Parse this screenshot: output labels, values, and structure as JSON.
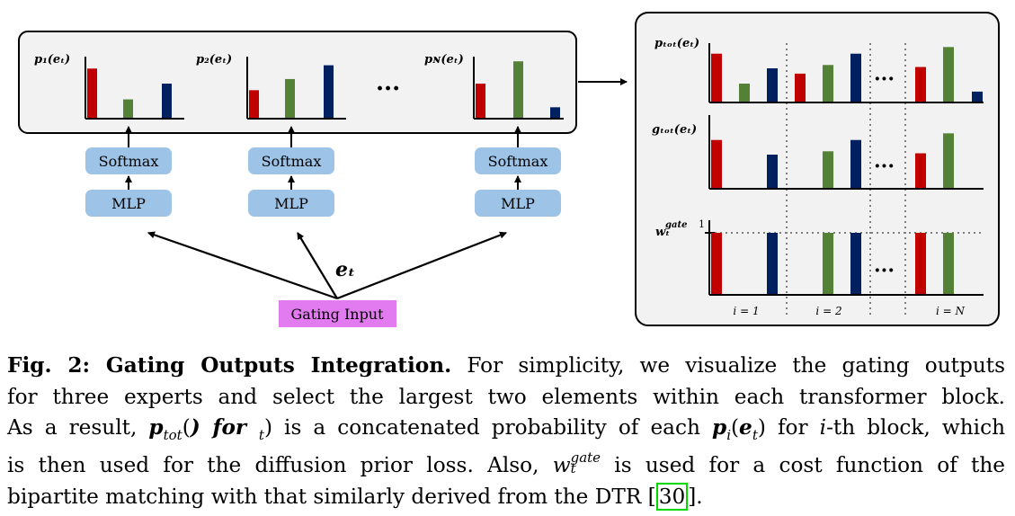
{
  "figure": {
    "left_panel": {
      "expert_labels": [
        "p₁(eₜ)",
        "p₂(eₜ)",
        "pɴ(eₜ)"
      ],
      "ellipsis": "···",
      "softmax_label": "Softmax",
      "mlp_label": "MLP",
      "embedding_label": "eₜ",
      "gating_input_label": "Gating Input"
    },
    "right_panel": {
      "row_labels": [
        "pₜₒₜ(eₜ)",
        "gₜₒₜ(eₜ)",
        "wₜ"
      ],
      "w_superscript": "gate",
      "one_label": "1",
      "ellipsis": "···",
      "block_labels": [
        "i = 1",
        "i = 2",
        "i = N"
      ]
    },
    "colors": {
      "red": "#c00000",
      "green": "#538135",
      "navy": "#002060",
      "box_blue": "#9dc3e6",
      "gating_magenta": "#e27bf0",
      "panel_bg": "#f2f2f2"
    },
    "expert_values": [
      [
        0.75,
        0.28,
        0.52
      ],
      [
        0.42,
        0.59,
        0.8
      ],
      [
        0.52,
        0.86,
        0.16
      ]
    ],
    "ptot_values": [
      0.72,
      0.27,
      0.5,
      0.42,
      0.55,
      0.72,
      0.52,
      0.82,
      0.15
    ],
    "gtot_values": [
      0.72,
      0.5,
      0.55,
      0.72,
      0.52,
      0.82
    ],
    "wgate_values": [
      1,
      1,
      1,
      1,
      1,
      1
    ]
  },
  "caption": {
    "fig_label": "Fig. 2: Gating Outputs Integration.",
    "line1_rest": " For simplicity, we visualize the gating outputs",
    "line2": "for three experts and select the largest two elements within each transformer block.",
    "line3_a": "As a result, ",
    "line3_ptot": "p",
    "line3_ptot_sub": "tot",
    "line3_b": "(",
    "line3_e": ") for ",
    "line3_e_sub": "t",
    "line3_c": ") is a concatenated probability of each ",
    "line3_pi": "p",
    "line3_pi_sub": "i",
    "line3_d": "(",
    "line3_e2": "e",
    "line3_e2_sub": "t",
    "line3_i": "i",
    "line3_f": "-th block, which",
    "line4_a": "is then used for the diffusion prior loss. Also, ",
    "line4_w": "w",
    "line4_w_sup": "gate",
    "line4_w_sub": "t",
    "line4_b": " is used for a cost function of the",
    "line5_a": "bipartite matching with that similarly derived from the DTR [",
    "line5_ref": "30",
    "line5_b": "]."
  }
}
